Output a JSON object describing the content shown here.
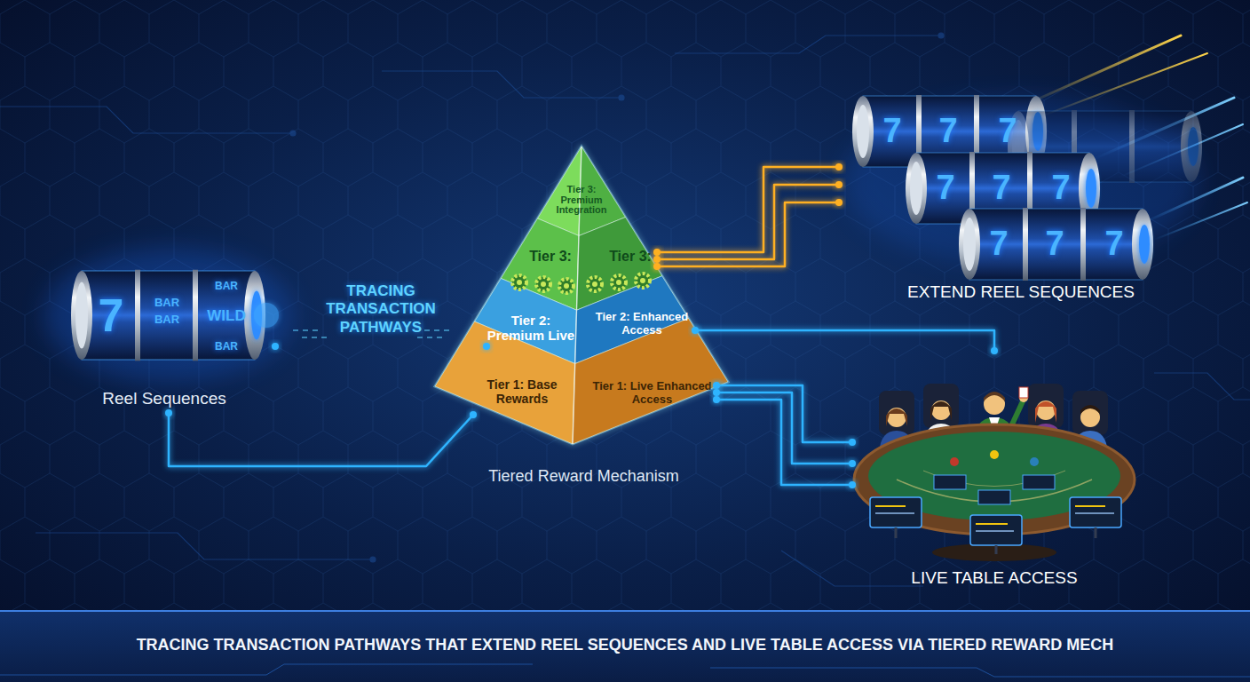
{
  "diagram": {
    "caption": "TRACING TRANSACTION PATHWAYS THAT EXTEND REEL SEQUENCES AND LIVE TABLE ACCESS VIA TIERED REWARD MECH",
    "nodes": [
      {
        "text": [
          "Reel Sequences"
        ]
      },
      {
        "text": [
          "Tiered Reward Mechanism"
        ]
      },
      {
        "text": [
          "Tier 3: Premium Integration"
        ],
        "in": 1
      },
      {
        "text": [
          "Tier 3:"
        ],
        "in": 1
      },
      {
        "text": [
          "Tier 3:"
        ],
        "in": 1
      },
      {
        "text": [
          "Tier 2: Premium Live"
        ],
        "in": 1
      },
      {
        "text": [
          "Tier 2: Enhanced Access"
        ],
        "in": 1
      },
      {
        "text": [
          "Tier 1: Base Rewards"
        ],
        "in": 1
      },
      {
        "text": [
          "Tier 1: Live Enhanced Access"
        ],
        "in": 1
      },
      {
        "text": [
          "EXTEND REEL SEQUENCES"
        ]
      },
      {
        "text": [
          "LIVE TABLE ACCESS"
        ]
      }
    ],
    "edges": [
      {
        "from": 0,
        "to": 5,
        "arrow": "none",
        "label": "TRACING TRANSACTION PATHWAYS"
      },
      {
        "from": 0,
        "to": 7,
        "arrow": "none"
      },
      {
        "from": 4,
        "to": 9,
        "arrow": "none"
      },
      {
        "from": 4,
        "to": 9,
        "arrow": "none"
      },
      {
        "from": 4,
        "to": 9,
        "arrow": "none"
      },
      {
        "from": 6,
        "to": 10,
        "arrow": "none"
      },
      {
        "from": 8,
        "to": 10,
        "arrow": "none"
      },
      {
        "from": 8,
        "to": 10,
        "arrow": "none"
      },
      {
        "from": 8,
        "to": 10,
        "arrow": "none"
      }
    ],
    "labels": [
      "7",
      "BAR",
      "BAR",
      "WILD",
      "BAR",
      "BAR",
      "7",
      "7",
      "7",
      "7",
      "7",
      "7",
      "7",
      "7",
      "7"
    ]
  }
}
